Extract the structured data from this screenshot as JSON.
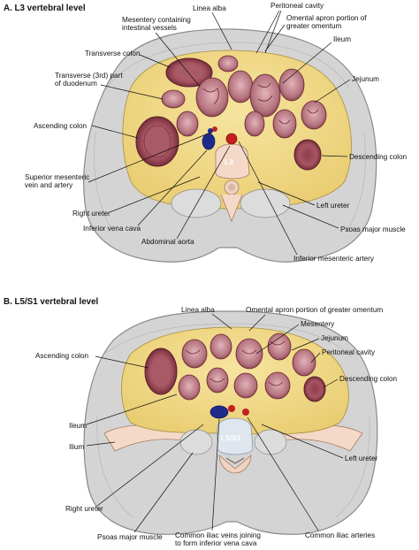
{
  "panel_a": {
    "title": "A. L3 vertebral level",
    "vertebra": "L3",
    "labels": {
      "linea_alba": "Linea alba",
      "peritoneal_cavity": "Peritoneal cavity",
      "mesentery_l1": "Mesentery containing",
      "mesentery_l2": "intestinal vessels",
      "omental_l1": "Omental apron portion of",
      "omental_l2": "greater omentum",
      "ileum": "Ileum",
      "transverse_colon": "Transverse colon",
      "duodenum_l1": "Transverse (3rd) part",
      "duodenum_l2": "of duodenum",
      "jejunum": "Jejunum",
      "ascending_colon": "Ascending colon",
      "descending_colon": "Descending colon",
      "sma_l1": "Superior mesenteric",
      "sma_l2": "vein and artery",
      "left_ureter": "Left ureter",
      "right_ureter": "Right ureter",
      "psoas": "Psoas major muscle",
      "ivc": "Inferior vena cava",
      "aorta": "Abdominal aorta",
      "ima": "Inferior mesenteric artery"
    }
  },
  "panel_b": {
    "title": "B. L5/S1 vertebral level",
    "vertebra": "L5/S1",
    "labels": {
      "linea_alba": "Linea alba",
      "omental": "Omental apron portion of greater omentum",
      "mesentery": "Mesentery",
      "jejunum": "Jejunum",
      "peritoneal_cavity": "Peritoneal cavity",
      "ascending_colon": "Ascending colon",
      "descending_colon": "Descending colon",
      "ileum": "Ileum",
      "ilium": "Ilium",
      "left_ureter": "Left ureter",
      "right_ureter": "Right ureter",
      "psoas": "Psoas major muscle",
      "iliac_veins_l1": "Common iliac veins joining",
      "iliac_veins_l2": "to form inferior vena cava",
      "iliac_arteries": "Common iliac arteries"
    }
  },
  "colors": {
    "wall": "#d4d4d4",
    "wall_edge": "#8a8a8a",
    "fat": "#f1dc8e",
    "bowel": "#b5747f",
    "bowel_dark": "#7e3a48",
    "lumen": "#d9a3ab",
    "bone": "#f4d9c8",
    "vein": "#1e2a8c",
    "artery": "#c42020"
  }
}
